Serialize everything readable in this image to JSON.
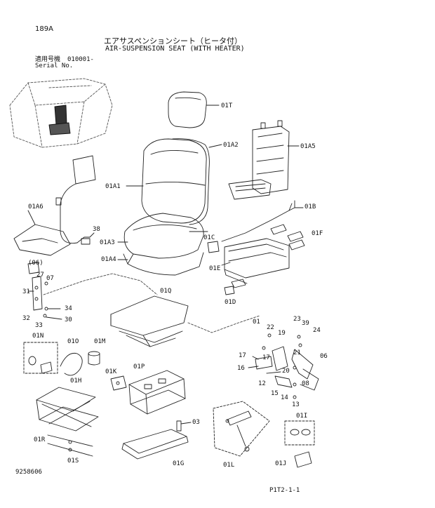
{
  "header": {
    "page_code": "189A",
    "title_jp": "エアサスペンションシート（ヒータ付）",
    "title_en": "AIR-SUSPENSION SEAT (WITH HEATER)",
    "serial_label_jp": "適用号機",
    "serial_label_en": "Serial No.",
    "serial_value": "010001-"
  },
  "footer": {
    "drawing_number": "9258606",
    "page_ref": "P1T2-1-1"
  },
  "part_labels": {
    "p01T": "01T",
    "p01A2": "01A2",
    "p01A5": "01A5",
    "p01A1": "01A1",
    "p01A6": "01A6",
    "p38": "38",
    "p01A3": "01A3",
    "p01A4": "01A4",
    "p01B": "01B",
    "p01C": "01C",
    "p01F": "01F",
    "p01E": "01E",
    "p01D": "01D",
    "p06a": "(06)",
    "p27": "27",
    "p07": "07",
    "p31": "31",
    "p34": "34",
    "p32": "32",
    "p30": "30",
    "p33": "33",
    "p01Q": "01Q",
    "p01N": "01N",
    "p01O": "01O",
    "p01M": "01M",
    "p01K": "01K",
    "p01P": "01P",
    "p01H": "01H",
    "p03": "03",
    "p01R": "01R",
    "p01S": "01S",
    "p01G": "01G",
    "p01L": "01L",
    "p01I": "01I",
    "p01J": "01J",
    "p01": "01",
    "p22": "22",
    "p23": "23",
    "p39": "39",
    "p24": "24",
    "p19": "19",
    "p17a": "17",
    "p17b": "17",
    "p16": "16",
    "p21": "21",
    "p06": "06",
    "p20": "20",
    "p12": "12",
    "p08": "08",
    "p15": "15",
    "p14": "14",
    "p13": "13"
  }
}
